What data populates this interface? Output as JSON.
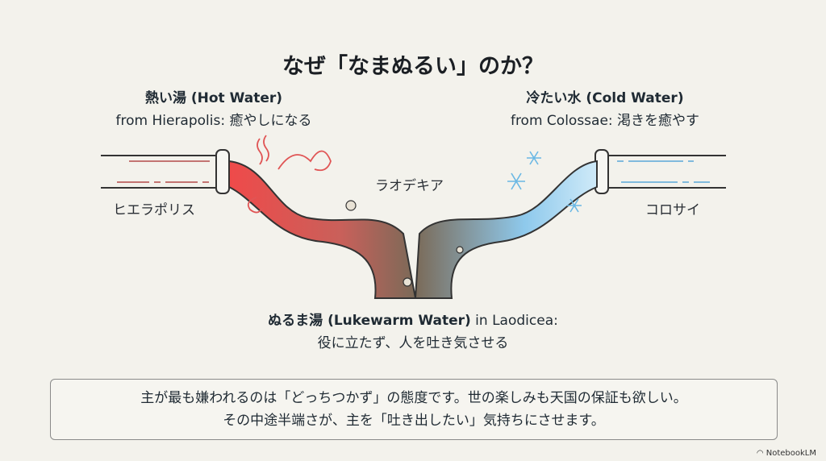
{
  "title": "なぜ「なまぬるい」のか？",
  "hot": {
    "heading": "熱い湯 (Hot Water)",
    "desc": "from Hierapolis: 癒やしになる",
    "place": "ヒエラポリス",
    "color": "#e8484a"
  },
  "cold": {
    "heading": "冷たい水 (Cold Water)",
    "desc": "from Colossae: 渇きを癒やす",
    "place": "コロサイ",
    "color": "#7cc3ea"
  },
  "merge": {
    "place": "ラオデキア",
    "heading": "ぬるま湯 (Lukewarm Water)",
    "heading_suffix": " in Laodicea:",
    "desc": "役に立たず、人を吐き気させる",
    "color": "#7a6a58"
  },
  "message": {
    "line1": "主が最も嫌われるのは「どっちつかず」の態度です。世の楽しみも天国の保証も欲しい。",
    "line2": "その中途半端さが、主を「吐き出したい」気持ちにさせます。"
  },
  "brand": "NotebookLM"
}
